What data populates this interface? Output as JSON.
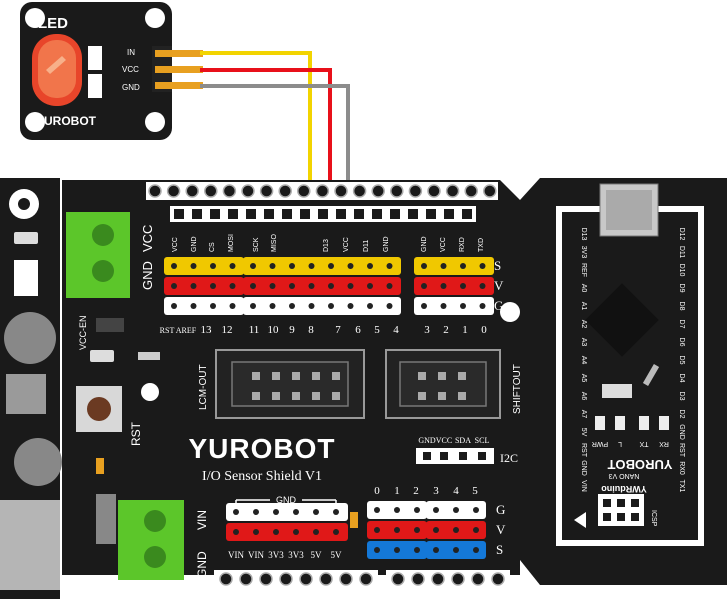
{
  "led_module": {
    "title": "LED",
    "brand": "YUROBOT",
    "pins": [
      "IN",
      "VCC",
      "GND"
    ]
  },
  "shield": {
    "brand": "YUROBOT",
    "subtitle": "I/O  Sensor Shield  V1",
    "top_pin_labels": [
      "VCC",
      "GND",
      "CS",
      "MOSI",
      "SCK",
      "MISO",
      "D13",
      "VCC",
      "D11",
      "GND",
      "GND",
      "VCC",
      "RXD",
      "TXD"
    ],
    "row_labels": [
      "S",
      "V",
      "G"
    ],
    "digital_numbers": [
      "RST",
      "AREF",
      "13",
      "12",
      "11",
      "10",
      "9",
      "8",
      "7",
      "6",
      "5",
      "4",
      "3",
      "2",
      "1",
      "0"
    ],
    "vcc_label": "VCC",
    "gnd_label": "GND",
    "vcc_en_label": "VCC-EN",
    "rst_label": "RST",
    "lcm_label": "LCM-OUT",
    "shiftout_label": "SHIFTOUT",
    "i2c_pins": [
      "GND",
      "VCC",
      "SDA",
      "SCL"
    ],
    "i2c_label": "I2C",
    "gnd_bar_label": "GND",
    "power_pins": [
      "VIN",
      "VIN",
      "3V3",
      "3V3",
      "5V",
      "5V"
    ],
    "analog_numbers": [
      "0",
      "1",
      "2",
      "3",
      "4",
      "5"
    ],
    "analog_row_labels": [
      "G",
      "V",
      "S"
    ],
    "vin_label": "VIN",
    "gnd2_label": "GND"
  },
  "nano": {
    "brand": "YUROBOT",
    "model": "YWRduino",
    "version": "NANO V3",
    "left_pins": [
      "D13",
      "3V3",
      "REF",
      "A0",
      "A1",
      "A2",
      "A3",
      "A4",
      "A5",
      "A6",
      "A7",
      "5V",
      "RST",
      "GND",
      "VIN"
    ],
    "right_pins": [
      "D12",
      "D11",
      "D10",
      "D9",
      "D8",
      "D7",
      "D6",
      "D5",
      "D4",
      "D3",
      "D2",
      "GND",
      "RST",
      "RX0",
      "TX1"
    ],
    "led_labels": [
      "PWR",
      "L",
      "TX",
      "RX"
    ],
    "icsp_label": "ICSP"
  },
  "colors": {
    "board": "#1a1a1a",
    "wire_signal": "#f2d400",
    "wire_vcc": "#e8101a",
    "wire_gnd": "#8c8c8c",
    "header_s": "#f0c800",
    "header_v": "#e01818",
    "header_g": "#1478d8",
    "terminal": "#5cc62a",
    "led": "#f05a28"
  }
}
